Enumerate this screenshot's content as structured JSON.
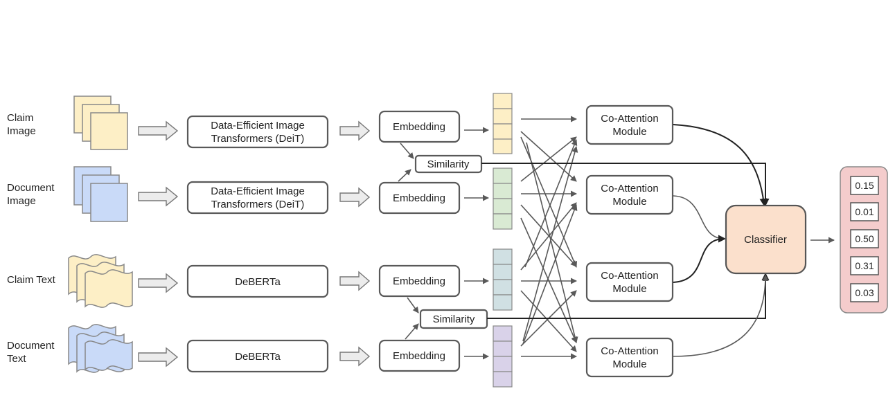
{
  "inputs": [
    {
      "label_lines": [
        "Claim",
        "Image"
      ],
      "kind": "image",
      "color": "#fdefc6"
    },
    {
      "label_lines": [
        "Document",
        "Image"
      ],
      "kind": "image",
      "color": "#c9daf8"
    },
    {
      "label_lines": [
        "Claim Text"
      ],
      "kind": "text",
      "color": "#fdefc6"
    },
    {
      "label_lines": [
        "Document",
        "Text"
      ],
      "kind": "text",
      "color": "#c9daf8"
    }
  ],
  "encoders": [
    {
      "lines": [
        "Data-Efficient Image",
        "Transformers (DeiT)"
      ]
    },
    {
      "lines": [
        "Data-Efficient Image",
        "Transformers (DeiT)"
      ]
    },
    {
      "lines": [
        "DeBERTa"
      ]
    },
    {
      "lines": [
        "DeBERTa"
      ]
    }
  ],
  "embedding_label": "Embedding",
  "embedding_colors": [
    "#fdefc6",
    "#d9ead3",
    "#d0e0e3",
    "#d9d2e9"
  ],
  "similarity_label": "Similarity",
  "coattention_lines": [
    "Co-Attention",
    "Module"
  ],
  "classifier": {
    "label": "Classifier",
    "fill": "#fbe0cc"
  },
  "output_panel_color": "#f4cccc",
  "outputs": [
    "0.15",
    "0.01",
    "0.50",
    "0.31",
    "0.03"
  ]
}
